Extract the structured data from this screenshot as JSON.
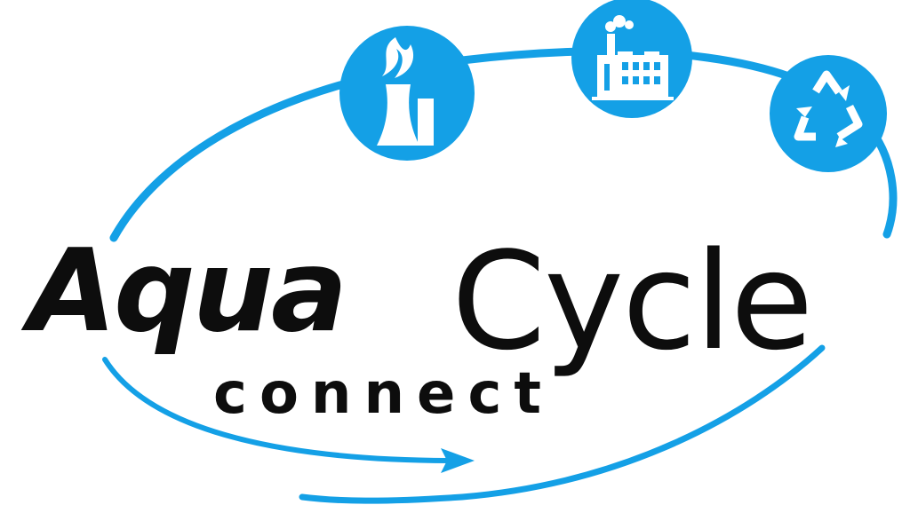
{
  "logo": {
    "word_aqua": "Aqua",
    "word_cycle": "Cycle",
    "word_connect": "connect"
  },
  "icons": [
    {
      "name": "cooling-tower-icon"
    },
    {
      "name": "factory-icon"
    },
    {
      "name": "recycle-icon"
    }
  ],
  "colors": {
    "accent_blue": "#14a0e6",
    "text_black": "#0d0d0d",
    "background": "#ffffff"
  }
}
